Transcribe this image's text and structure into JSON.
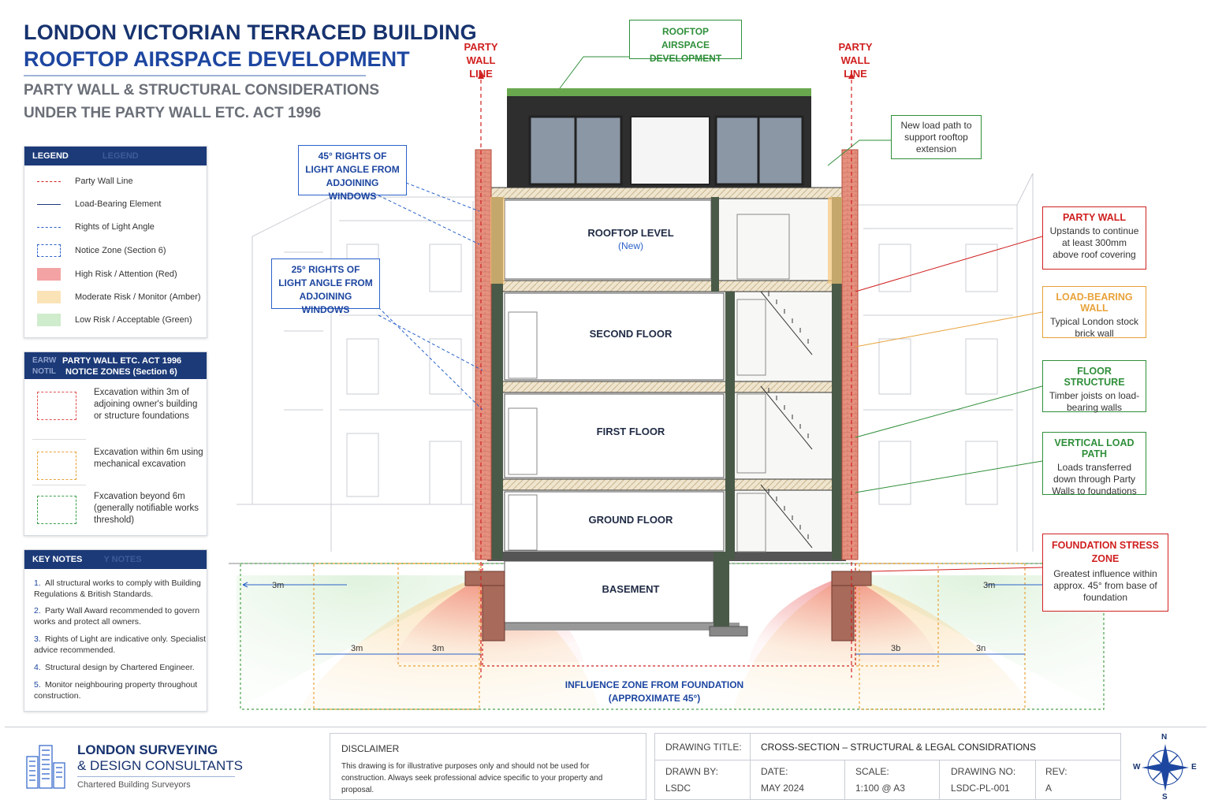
{
  "title": {
    "line1": "LONDON VICTORIAN TERRACED BUILDING",
    "line2": "ROOFTOP AIRSPACE DEVELOPMENT",
    "sub1": "PARTY WALL & STRUCTURAL CONSIDERATIONS",
    "sub2": "UNDER THE PARTY WALL ETC. ACT 1996"
  },
  "legend": {
    "heading": "LEGEND",
    "ghost": "LEGEND",
    "items": [
      {
        "label": "Party Wall Line"
      },
      {
        "label": "Load-Bearing Element"
      },
      {
        "label": "Rights of Light Angle"
      },
      {
        "label": "Notice Zone (Section 6)"
      },
      {
        "label": "High Risk / Attention (Red)"
      },
      {
        "label": "Moderate Risk / Monitor (Amber)"
      },
      {
        "label": "Low Risk / Acceptable (Green)"
      }
    ]
  },
  "zones": {
    "heading_left": "PARTY WALL ETC. ACT 1996",
    "heading_left2": "NOTICE ZONES (Section 6)",
    "ghost1": "EARW",
    "ghost2": "NOTIL",
    "items": [
      {
        "text": "Excavation within 3m of adjoining owner's building or structure foundations"
      },
      {
        "text": "Excavation within 6m using mechanical excavation"
      },
      {
        "text": "Fxcavation beyond 6m (generally notifiable works threshold)"
      }
    ]
  },
  "notes": {
    "heading": "KEY NOTES",
    "ghost": "Y NOTES",
    "items": [
      {
        "num": "1.",
        "text": "All structural works to comply with Building Regulations & British Standards."
      },
      {
        "num": "2.",
        "text": "Party Wall Award recommended to govern works and protect all owners."
      },
      {
        "num": "3.",
        "text": "Rights of Light are indicative only. Specialist advice recommended."
      },
      {
        "num": "4.",
        "text": "Structural design by Chartered Engineer."
      },
      {
        "num": "5.",
        "text": "Monitor neighbouring property throughout construction."
      }
    ]
  },
  "diagram": {
    "party_wall_left": "PARTY WALL LINE",
    "party_wall_right": "PARTY WALL LINE",
    "rooftop_callout": "ROOFTOP AIRSPACE DEVELOPMENT",
    "rol45": "45° RIGHTS OF LIGHT ANGLE FROM ADJOINING WINDOWS",
    "rol25": "25° RIGHTS OF LIGHT ANGLE FROM ADJOINING WINDOWS",
    "load_path_note": "New load path to support rooftop extension",
    "floors": {
      "rooftop": "ROOFTOP LEVEL",
      "rooftop_new": "(New)",
      "second": "SECOND FLOOR",
      "first": "FIRST FLOOR",
      "ground": "GROUND FLOOR",
      "basement": "BASEMENT"
    },
    "influence1": "INFLUENCE ZONE FROM FOUNDATION",
    "influence2": "(APPROXIMATE 45°)",
    "dims": {
      "left_3m": "3m",
      "right_3m": "3m",
      "l1": "3m",
      "l2": "3m",
      "r1": "3b",
      "r2": "3n"
    }
  },
  "callouts": {
    "party_wall": {
      "title": "PARTY WALL",
      "body": "Upstands to continue at least 300mm above roof covering",
      "color": "#d02020"
    },
    "load_bearing": {
      "title": "LOAD-BEARING WALL",
      "body": "Typical London stock brick wall",
      "color": "#e8a23a"
    },
    "floor_structure": {
      "title": "FLOOR STRUCTURE",
      "body": "Timber joists on load-bearing walls",
      "color": "#2f8f3a"
    },
    "vertical_load": {
      "title": "VERTICAL LOAD PATH",
      "body": "Loads transferred down through Party Walls to foundations",
      "color": "#2f8f3a"
    },
    "foundation": {
      "title": "FOUNDATION STRESS ZONE",
      "body": "Greatest influence within approx. 45° from base of foundation",
      "color": "#d02020"
    }
  },
  "footer": {
    "company1": "LONDON SURVEYING",
    "company2": "& DESIGN CONSULTANTS",
    "company_sub": "Chartered Building Surveyors",
    "disclaimer_head": "DISCLAIMER",
    "disclaimer_body": "This drawing is for illustrative purposes only and should not be used for construction. Always seek professional advice specific to your property and proposal.",
    "drawing_title_label": "DRAWING TITLE:",
    "drawing_title": "CROSS-SECTION – STRUCTURAL & LEGAL CONSIDRATIONS",
    "drawn_by_label": "DRAWN BY:",
    "drawn_by": "LSDC",
    "date_label": "DATE:",
    "date": "MAY 2024",
    "scale_label": "SCALE:",
    "scale": "1:100 @ A3",
    "drawing_no_label": "DRAWING NO:",
    "drawing_no": "LSDC-PL-001",
    "rev_label": "REV:",
    "rev": "A",
    "compass": {
      "n": "N",
      "s": "S",
      "e": "E",
      "w": "W"
    }
  },
  "colors": {
    "navy": "#1c3a78",
    "red": "#d02020",
    "amber": "#e8a23a",
    "green": "#2f8f3a",
    "blue": "#2b62c9"
  }
}
